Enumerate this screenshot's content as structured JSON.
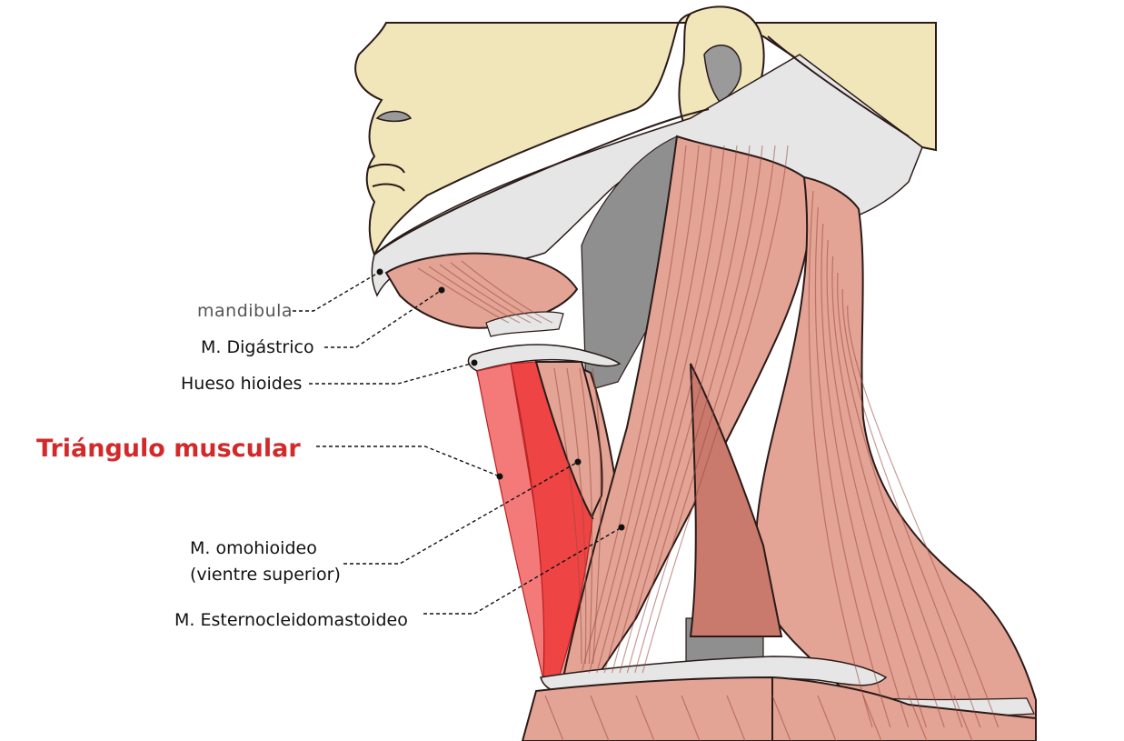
{
  "labels": {
    "mandible": "mandibula",
    "digastric": "M. Digástrico",
    "hyoid": "Hueso hioides",
    "triangle": "Triángulo muscular",
    "omohyoid_line1": "M. omohioideo",
    "omohyoid_line2": "(vientre superior)",
    "scm": "M. Esternocleidomastoideo"
  },
  "colors": {
    "skin": "#f1e6ba",
    "bone": "#e6e6e6",
    "muscle": "#e3a395",
    "muscle_dark": "#c97a6d",
    "highlight": "#ee4444",
    "highlight_light": "#f47a7a",
    "title": "#d22a2a",
    "shadow": "#8f8f8f"
  },
  "icons": {
    "annotation_marker": "dot"
  }
}
